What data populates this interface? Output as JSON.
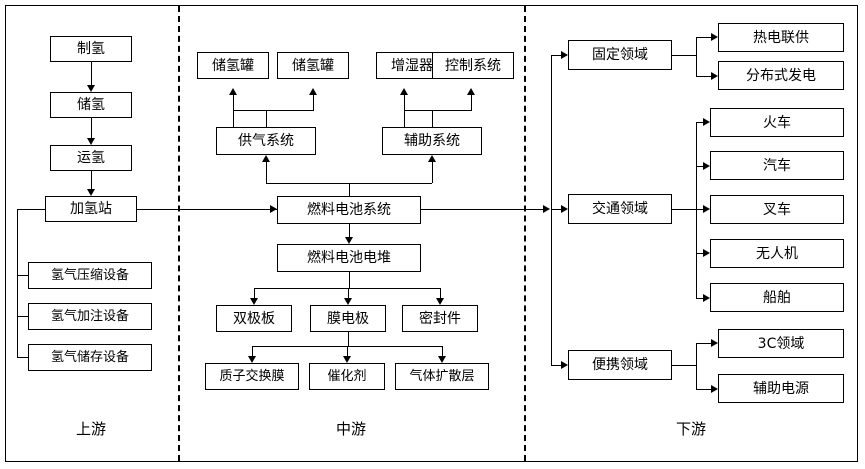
{
  "diagram": {
    "sections": [
      {
        "id": "upstream",
        "label": "上游"
      },
      {
        "id": "midstream",
        "label": "中游"
      },
      {
        "id": "downstream",
        "label": "下游"
      }
    ],
    "upstream": {
      "chain": [
        {
          "id": "zhiqing",
          "label": "制氢"
        },
        {
          "id": "chuqing",
          "label": "储氢"
        },
        {
          "id": "yunqing",
          "label": "运氢"
        },
        {
          "id": "jiaqingzhan",
          "label": "加氢站"
        }
      ],
      "equipment": [
        {
          "id": "compress",
          "label": "氢气压缩设备"
        },
        {
          "id": "fill",
          "label": "氢气加注设备"
        },
        {
          "id": "store",
          "label": "氢气储存设备"
        }
      ]
    },
    "midstream": {
      "top_row": [
        {
          "id": "tank1",
          "label": "储氢罐"
        },
        {
          "id": "tank2",
          "label": "储氢罐"
        },
        {
          "id": "humidifier",
          "label": "增湿器"
        },
        {
          "id": "control",
          "label": "控制系统"
        }
      ],
      "subsystems": [
        {
          "id": "gas-supply",
          "label": "供气系统"
        },
        {
          "id": "auxiliary",
          "label": "辅助系统"
        }
      ],
      "system": {
        "id": "fuel-cell-system",
        "label": "燃料电池系统"
      },
      "stack": {
        "id": "fuel-cell-stack",
        "label": "燃料电池电堆"
      },
      "components": [
        {
          "id": "bipolar-plate",
          "label": "双极板"
        },
        {
          "id": "membrane-electrode",
          "label": "膜电极"
        },
        {
          "id": "seal",
          "label": "密封件"
        }
      ],
      "materials": [
        {
          "id": "pem",
          "label": "质子交换膜"
        },
        {
          "id": "catalyst",
          "label": "催化剂"
        },
        {
          "id": "gdl",
          "label": "气体扩散层"
        }
      ]
    },
    "downstream": {
      "fields": [
        {
          "id": "stationary",
          "label": "固定领域"
        },
        {
          "id": "transport",
          "label": "交通领域"
        },
        {
          "id": "portable",
          "label": "便携领域"
        }
      ],
      "stationary_apps": [
        {
          "id": "chp",
          "label": "热电联供"
        },
        {
          "id": "distributed",
          "label": "分布式发电"
        }
      ],
      "transport_apps": [
        {
          "id": "train",
          "label": "火车"
        },
        {
          "id": "car",
          "label": "汽车"
        },
        {
          "id": "forklift",
          "label": "叉车"
        },
        {
          "id": "uav",
          "label": "无人机"
        },
        {
          "id": "ship",
          "label": "船舶"
        }
      ],
      "portable_apps": [
        {
          "id": "3c",
          "label": "3C领域"
        },
        {
          "id": "aux-power",
          "label": "辅助电源"
        }
      ]
    }
  }
}
